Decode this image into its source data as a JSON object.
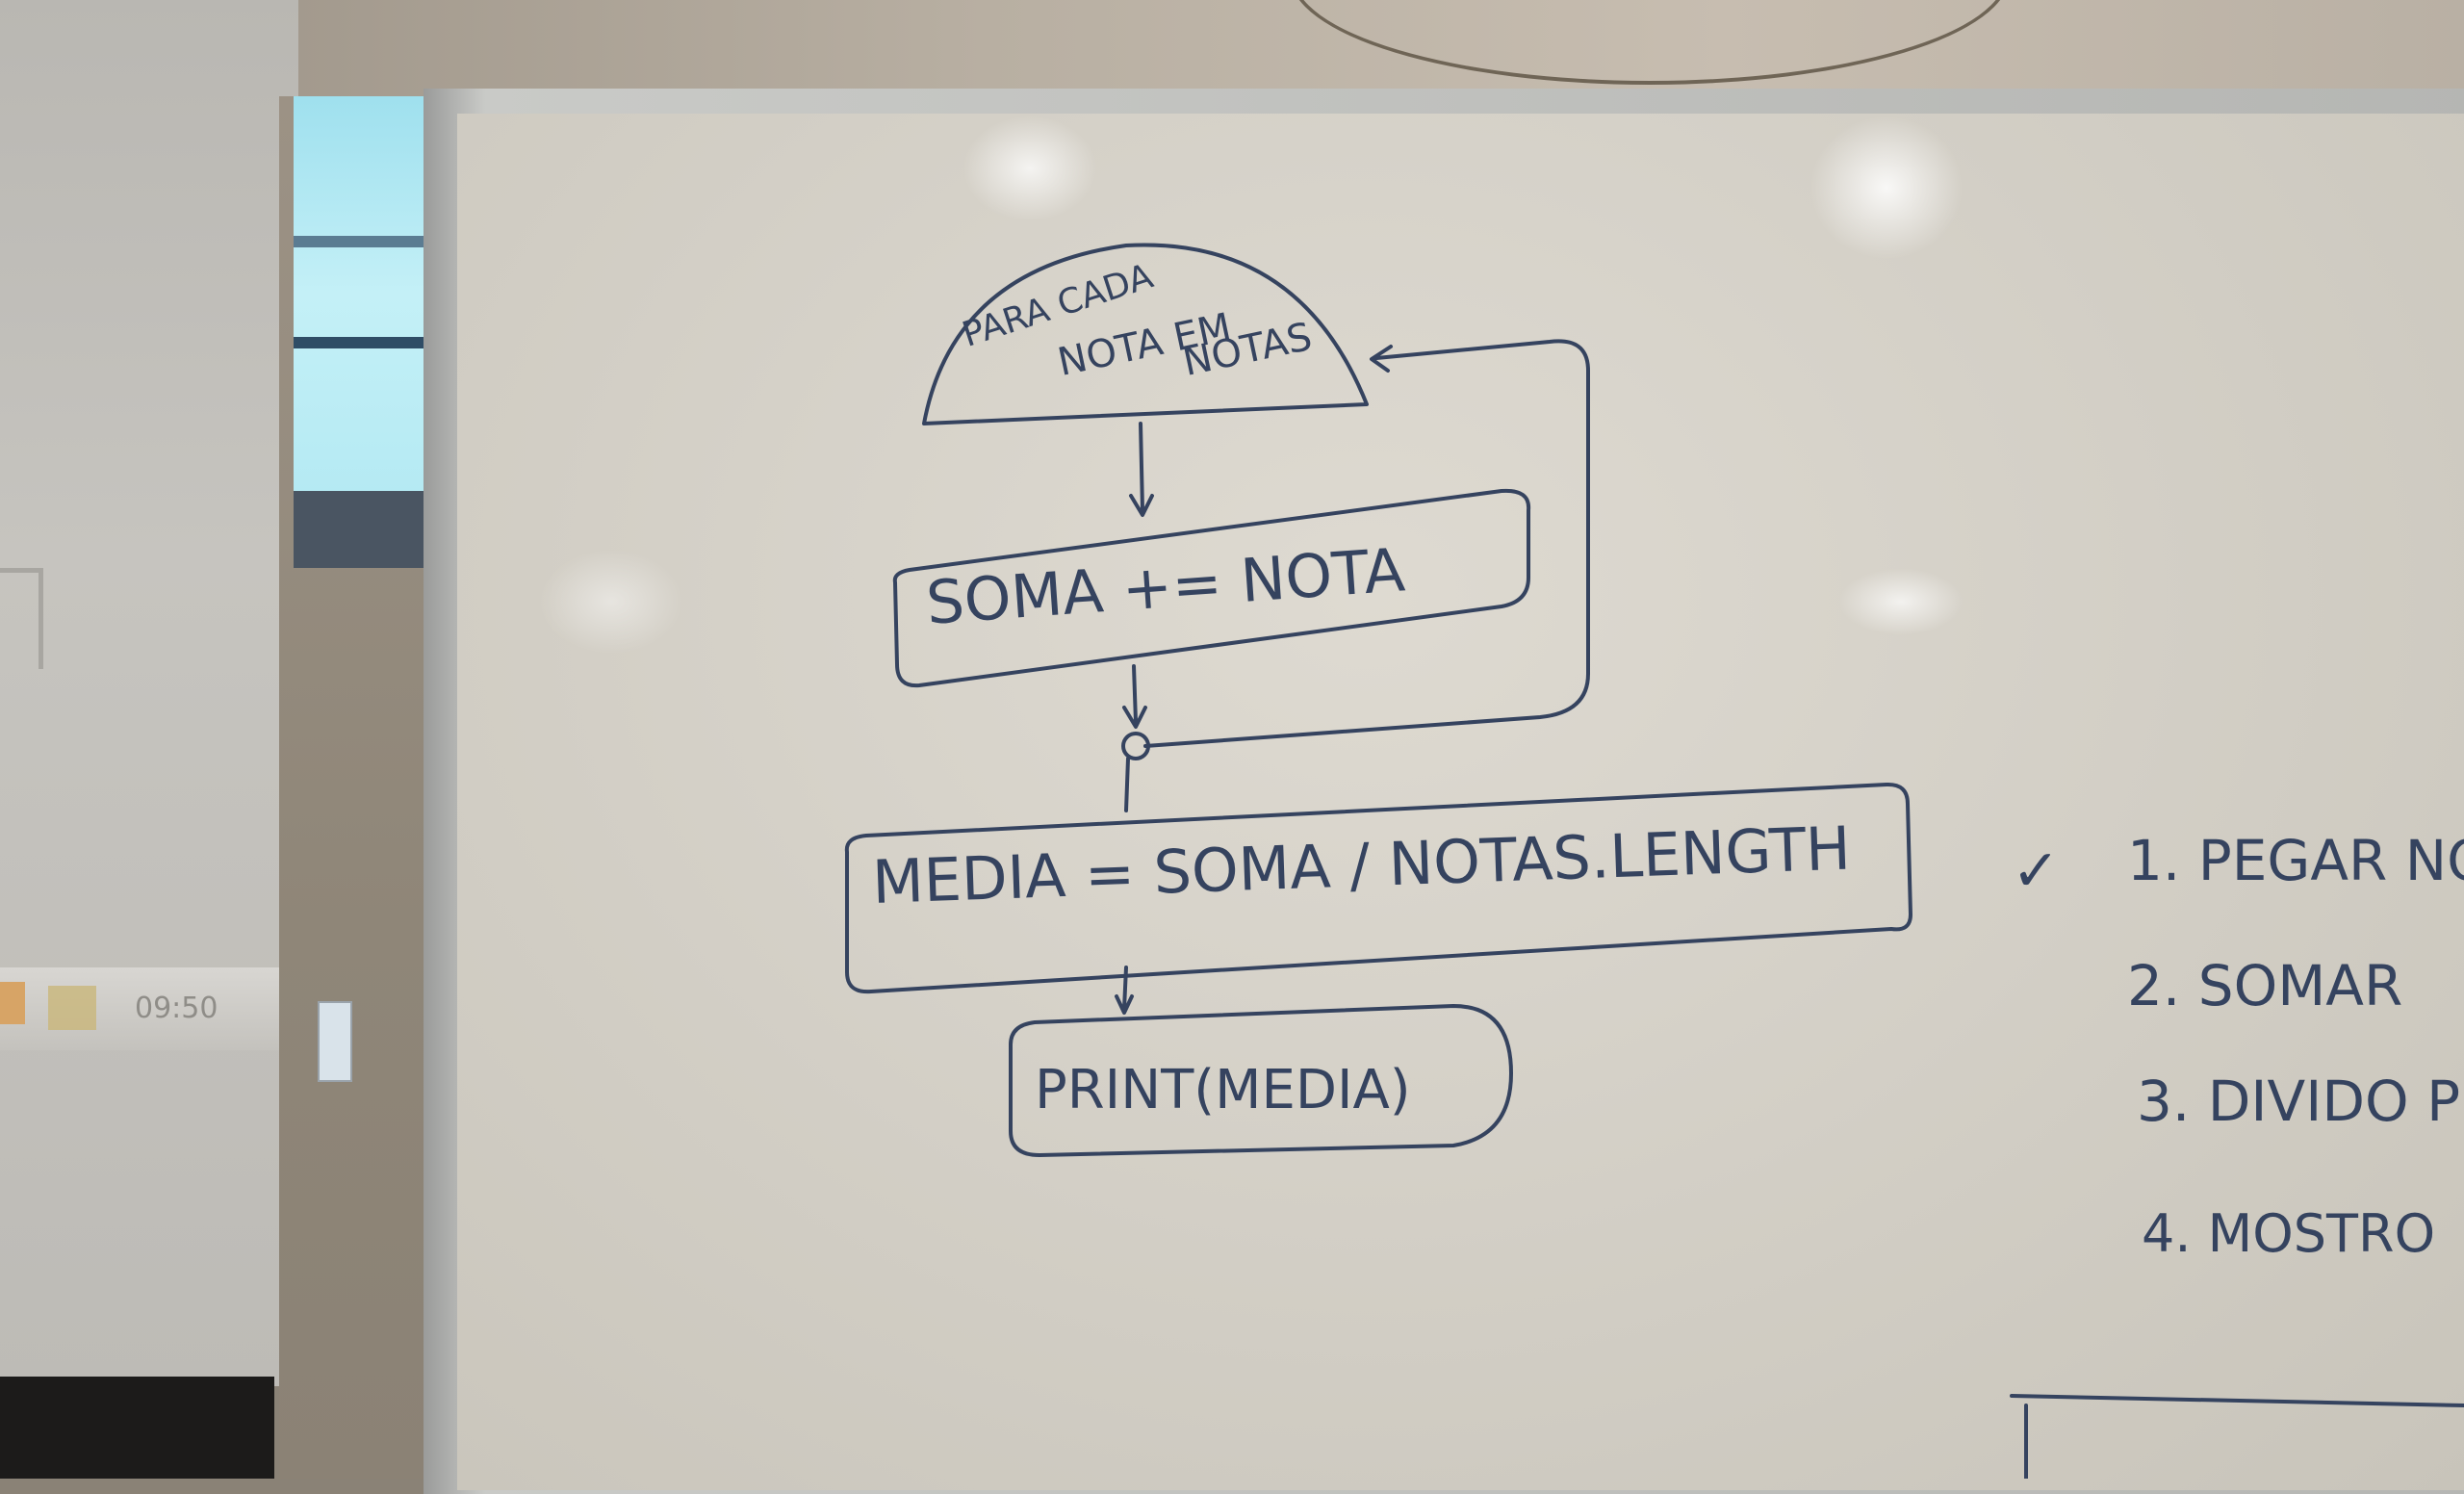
{
  "screen": {
    "clock": "09:50"
  },
  "whiteboard": {
    "flowchart": {
      "start_line_1": "PARA CADA",
      "start_line_2": "NOTA EM",
      "start_line_3": "NOTAS",
      "sum_step": "SOMA += NOTA",
      "average_step": "MEDIA = SOMA / NOTAS.LENGTH",
      "print_step": "PRINT(MEDIA)"
    },
    "steps": {
      "check_mark": "✓",
      "step_1": "1. PEGAR NO",
      "step_2": "2. SOMAR",
      "step_3": "3. DIVIDO P",
      "step_4": "4. MOSTRO"
    }
  },
  "colors": {
    "marker_ink": "#35435f",
    "board": "#d8d4cb"
  }
}
